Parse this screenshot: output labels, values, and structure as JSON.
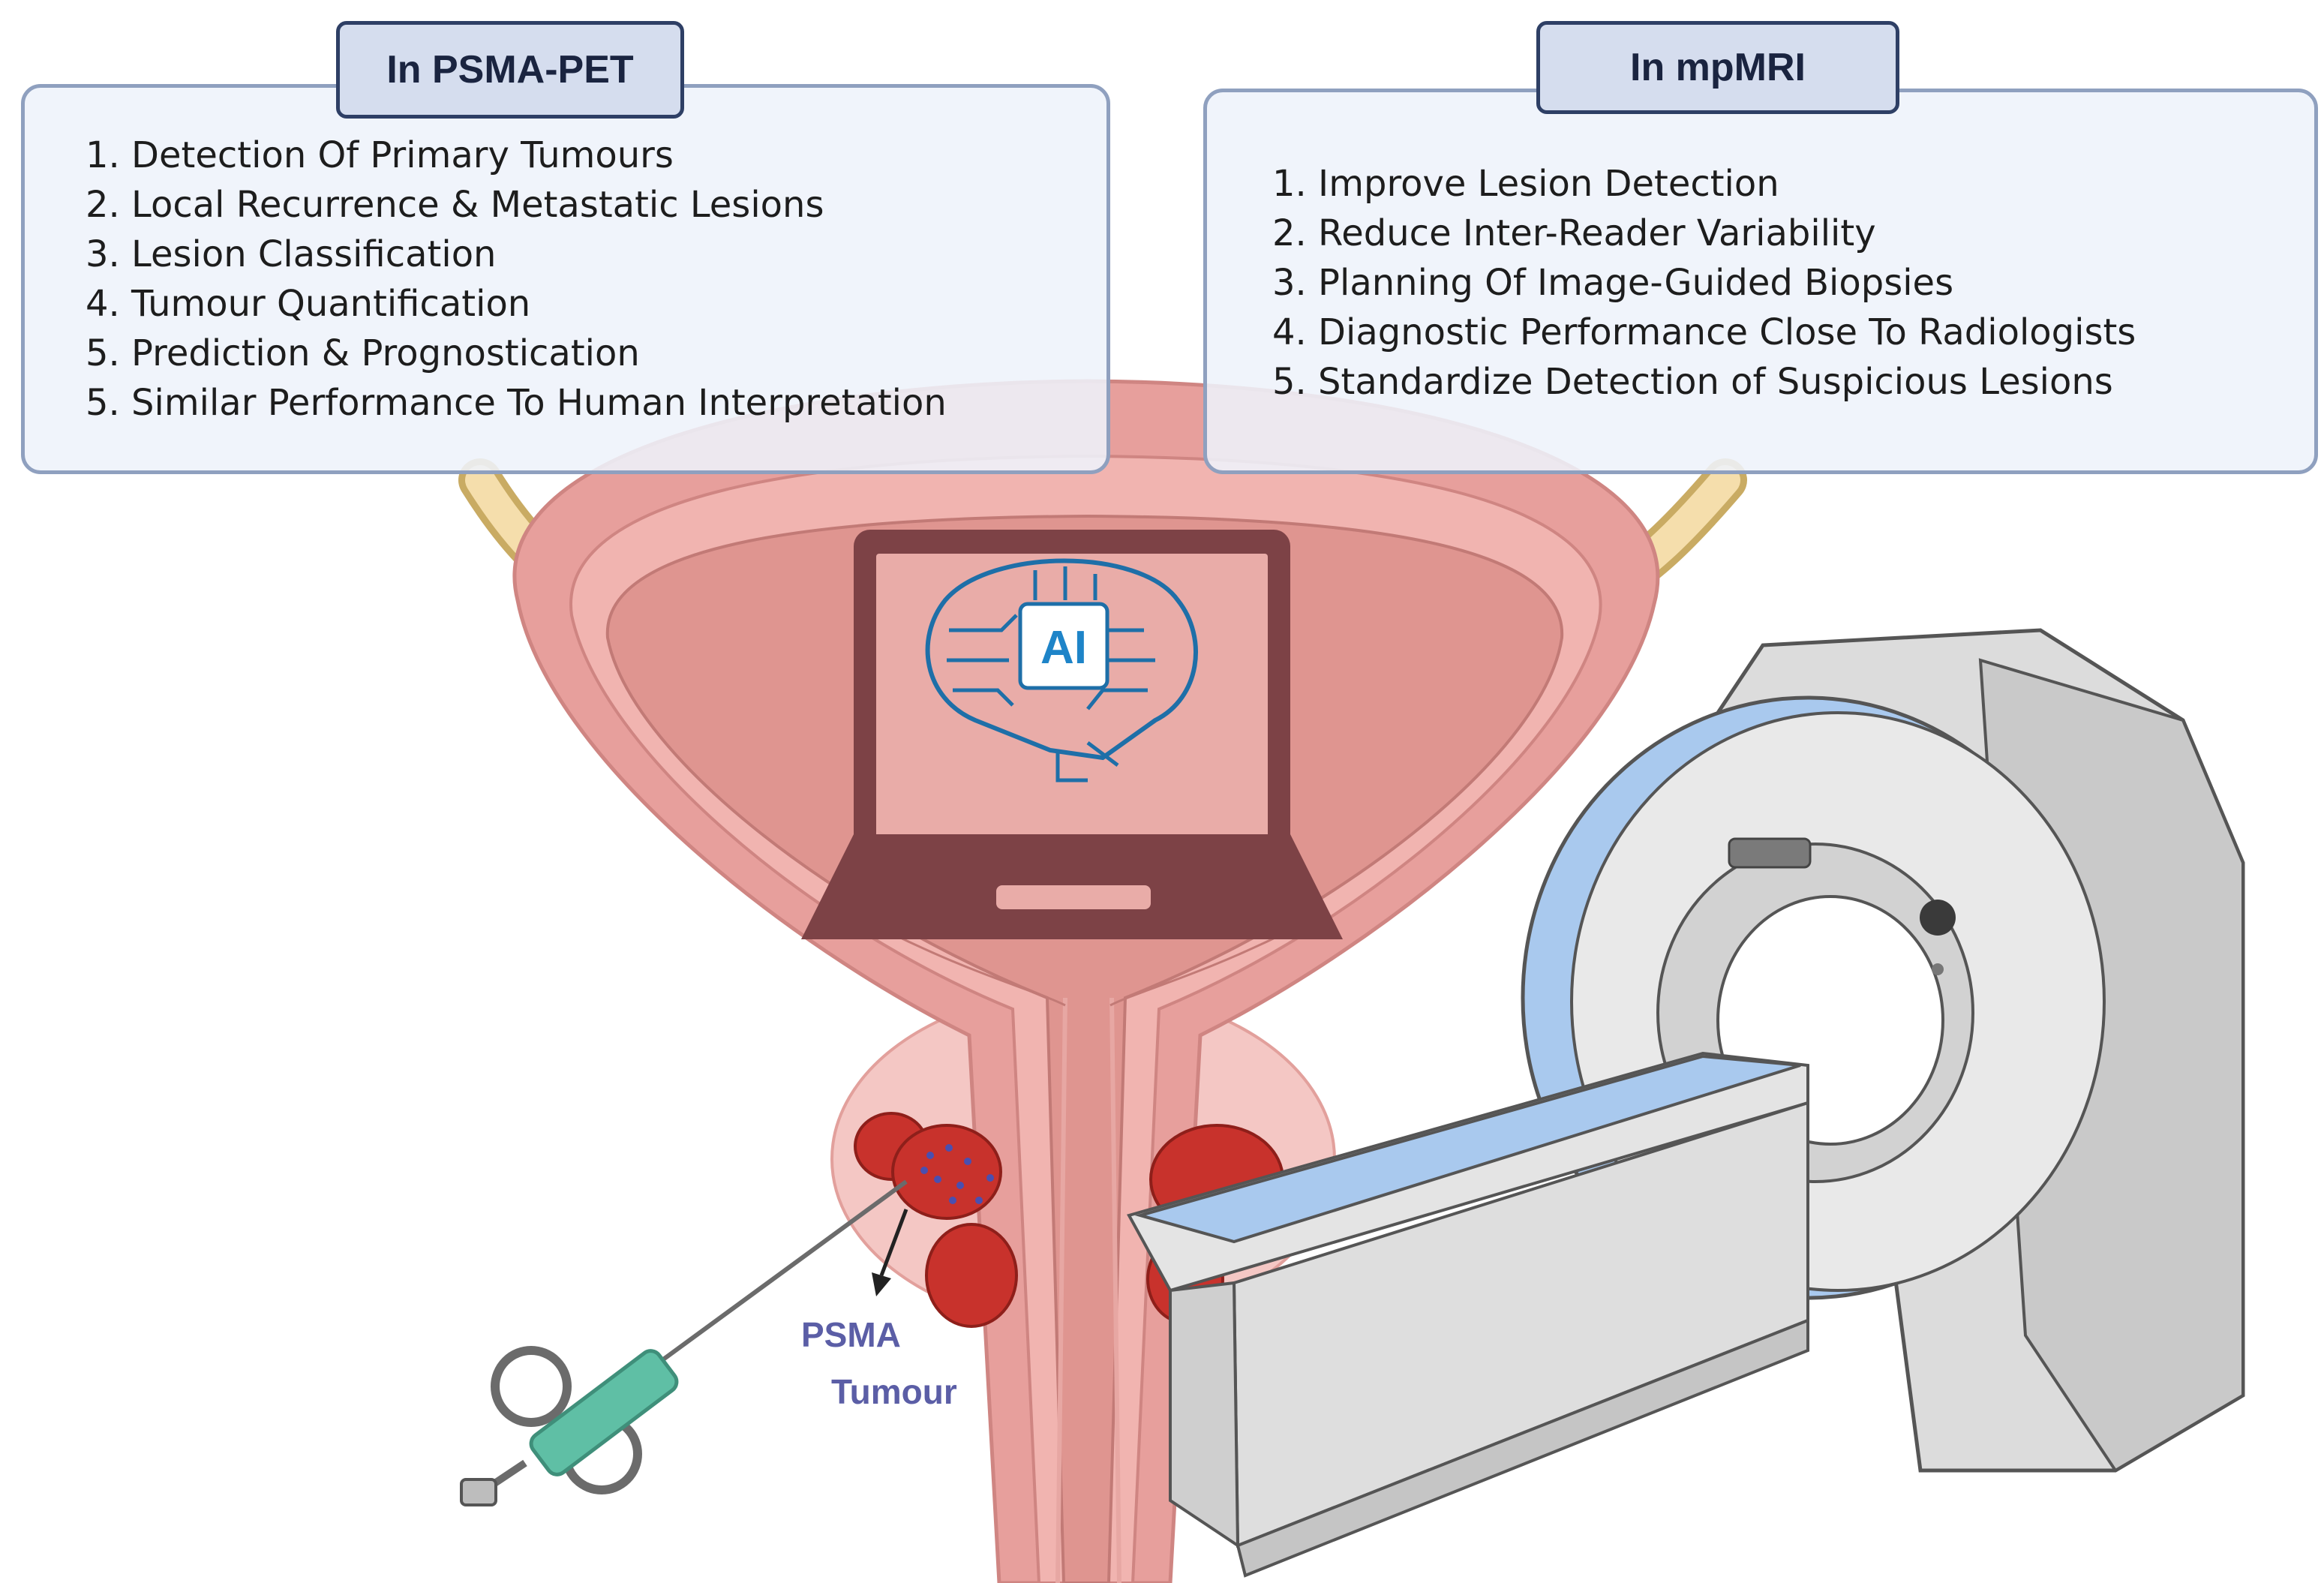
{
  "left_panel": {
    "title": "In PSMA-PET",
    "items": [
      "1. Detection Of Primary Tumours",
      "2. Local Recurrence & Metastatic Lesions",
      "3. Lesion Classification",
      "4. Tumour Quantification",
      "5. Prediction & Prognostication",
      "5. Similar Performance To Human Interpretation"
    ]
  },
  "right_panel": {
    "title": "In mpMRI",
    "items": [
      "1. Improve Lesion Detection",
      "2. Reduce Inter-Reader Variability",
      "3. Planning Of Image-Guided Biopsies",
      "4. Diagnostic Performance Close To Radiologists",
      "5. Standardize Detection of Suspicious Lesions"
    ]
  },
  "illustration": {
    "ai_label": "AI",
    "psma_label": "PSMA",
    "tumour_label": "Tumour"
  },
  "colors": {
    "panel_border": "#8fa0bf",
    "tag_fill": "#d5ddee",
    "tag_border": "#2e3f65",
    "label_purple": "#5b5ea6",
    "ai_blue": "#1e84c8",
    "bladder_pink": "#e9a6a6",
    "tumour_red": "#c8322c",
    "scanner_blue": "#a9c9ee",
    "needle_green": "#5fbfa5"
  },
  "icons": [
    "laptop-icon",
    "ai-brain-circuit-icon",
    "mri-scanner-icon",
    "biopsy-needle-icon",
    "bladder-prostate-icon",
    "tumour-icon"
  ]
}
